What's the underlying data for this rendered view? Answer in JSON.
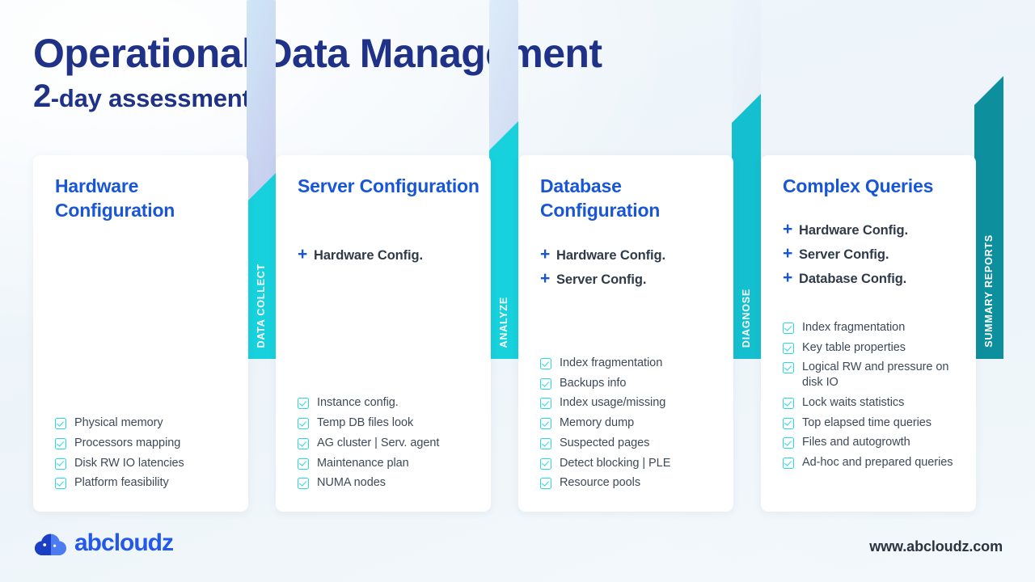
{
  "header": {
    "title": "Operational Data Management",
    "subtitle_number": "2",
    "subtitle_rest": "-day assessment"
  },
  "colors": {
    "title_navy": "#1f3287",
    "card_title_blue": "#1956d6",
    "plus_blue": "#1956d6",
    "checkbox_cyan": "#2ad9e0",
    "ribbon_cyan": "#17d1dd",
    "ribbon_teal": "#0e8f9e",
    "body_text": "#3e4a59",
    "brand_blue": "#2358ea",
    "background": "#f2f8fc"
  },
  "cards": [
    {
      "title": "Hardware Configuration",
      "prereqs": [],
      "items": [
        "Physical memory",
        "Processors mapping",
        "Disk RW IO latencies",
        "Platform feasibility"
      ]
    },
    {
      "title": "Server Configuration",
      "prereqs": [
        "Hardware Config."
      ],
      "items": [
        "Instance config.",
        "Temp DB files look",
        "AG cluster | Serv. agent",
        "Maintenance plan",
        "NUMA nodes"
      ]
    },
    {
      "title": "Database Configuration",
      "prereqs": [
        "Hardware Config.",
        "Server  Config."
      ],
      "items": [
        "Index fragmentation",
        "Backups info",
        "Index usage/missing",
        "Memory dump",
        "Suspected pages",
        "Detect blocking | PLE",
        "Resource pools"
      ]
    },
    {
      "title": "Complex Queries",
      "prereqs": [
        "Hardware Config.",
        "Server  Config.",
        "Database Config."
      ],
      "items": [
        "Index fragmentation",
        "Key table properties",
        "Logical RW and pressure on disk IO",
        "Lock waits statistics",
        "Top elapsed time queries",
        "Files and autogrowth",
        "Ad-hoc and prepared queries"
      ]
    }
  ],
  "ribbons": [
    {
      "label": "DATA COLLECT",
      "color": "#17d1dd"
    },
    {
      "label": "ANALYZE",
      "color": "#17d1dd"
    },
    {
      "label": "DIAGNOSE",
      "color": "#14bfd0"
    },
    {
      "label": "SUMMARY REPORTS",
      "color": "#0e8f9e"
    }
  ],
  "plus_symbol": "+",
  "footer": {
    "brand": "abcloudz",
    "url": "www.abcloudz.com"
  }
}
